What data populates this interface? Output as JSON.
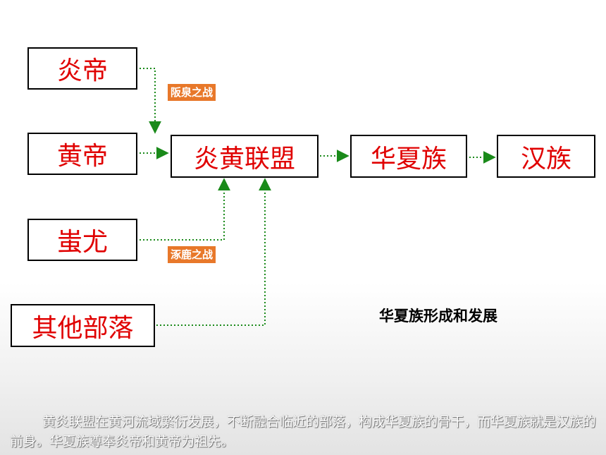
{
  "nodes": {
    "yandi": "炎帝",
    "huangdi": "黄帝",
    "chiyou": "蚩尤",
    "other_tribes": "其他部落",
    "alliance": "炎黄联盟",
    "huaxia": "华夏族",
    "han": "汉族"
  },
  "battles": {
    "banquan": "阪泉之战",
    "zhuolu": "涿鹿之战"
  },
  "title": "华夏族形成和发展",
  "caption": "黄炎联盟在黄河流域繁衍发展，不断融合临近的部落，构成华夏族的骨干，而华夏族就是汉族的前身。华夏族尊奉炎帝和黄帝为祖先。",
  "colors": {
    "node_text": "#e00000",
    "connector": "#1a8a1a",
    "battle_tag": "#e8782a"
  }
}
